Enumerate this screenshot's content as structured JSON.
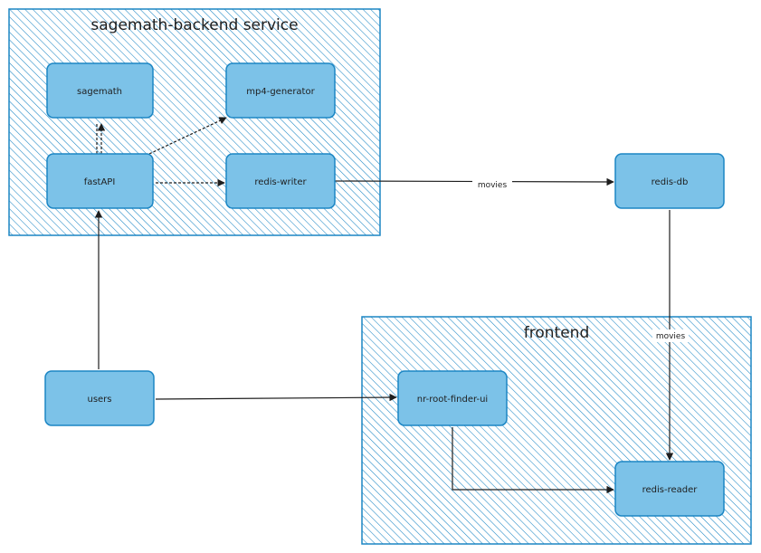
{
  "colors": {
    "group_fill": "#1c86c4",
    "group_stroke": "#1c86c4",
    "node_fill": "#7cc2e8",
    "node_stroke": "#1c86c4",
    "edge": "#1e1e1e"
  },
  "groups": {
    "backend": {
      "label": "sagemath-backend service"
    },
    "frontend": {
      "label": "frontend"
    }
  },
  "nodes": {
    "sagemath": "sagemath",
    "mp4_generator": "mp4-generator",
    "fastapi": "fastAPI",
    "redis_writer": "redis-writer",
    "redis_db": "redis-db",
    "users": "users",
    "nr_root_finder_ui": "nr-root-finder-ui",
    "redis_reader": "redis-reader"
  },
  "edges": {
    "writer_to_db": "movies",
    "db_to_reader": "movies"
  }
}
